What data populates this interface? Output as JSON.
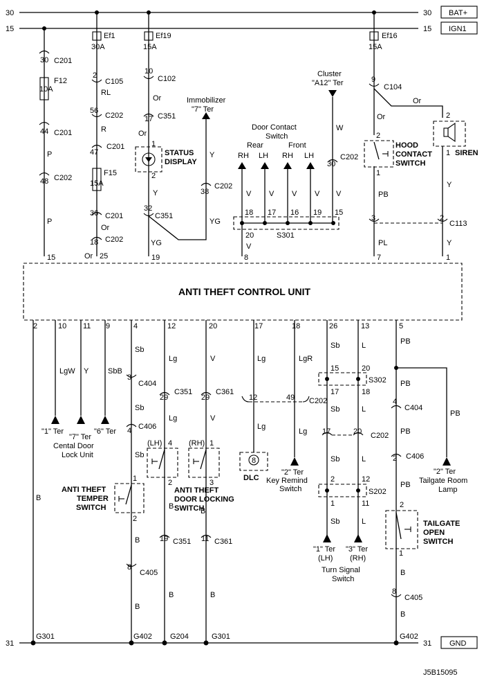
{
  "power": {
    "row30": "30",
    "row30_right": "30",
    "bat": "BAT+",
    "row15": "15",
    "row15_right": "15",
    "ign": "IGN1",
    "row31": "31",
    "row31_right": "31",
    "gnd": "GND"
  },
  "fuses": {
    "ef1": "Ef1",
    "ef1_a": "30A",
    "ef19": "Ef19",
    "ef19_a": "15A",
    "ef16": "Ef16",
    "ef16_a": "15A",
    "f12": "F12",
    "f12_a": "10A",
    "f15": "F15",
    "f15_a": "15A"
  },
  "unit": {
    "title": "ANTI THEFT CONTROL UNIT"
  },
  "top_pins": {
    "p15": "15",
    "p25": "25",
    "p19": "19",
    "p8": "8",
    "p7": "7",
    "p1": "1"
  },
  "bottom_pins": {
    "p2": "2",
    "p10": "10",
    "p11": "11",
    "p9": "9",
    "p4": "4",
    "p12": "12",
    "p20": "20",
    "p17": "17",
    "p18": "18",
    "p26": "26",
    "p13": "13",
    "p5": "5"
  },
  "connectors": {
    "c201": "C201",
    "c202": "C202",
    "c105": "C105",
    "c102": "C102",
    "c351": "C351",
    "c104": "C104",
    "c113": "C113",
    "s301": "S301",
    "c404": "C404",
    "c406": "C406",
    "c405": "C405",
    "c361": "C361",
    "s302": "S302",
    "s202": "S202"
  },
  "wires": {
    "p": "P",
    "rl": "RL",
    "r": "R",
    "or": "Or",
    "y": "Y",
    "yg": "YG",
    "v": "V",
    "w": "W",
    "pb": "PB",
    "pl": "PL",
    "b": "B",
    "lgw": "LgW",
    "sbb": "SbB",
    "sb": "Sb",
    "lg": "Lg",
    "lgr": "LgR",
    "l": "L"
  },
  "labels": {
    "immobilizer": "Immobilizer",
    "immobilizer_ter": "\"7\" Ter",
    "cluster": "Cluster",
    "cluster_ter": "\"A12\" Ter",
    "door_contact": "Door Contact",
    "door_switch": "Switch",
    "rear": "Rear",
    "front": "Front",
    "rh": "RH",
    "lh": "LH",
    "status_display_1": "STATUS",
    "status_display_2": "DISPLAY",
    "hood_1": "HOOD",
    "hood_2": "CONTACT",
    "hood_3": "SWITCH",
    "siren": "SIREN",
    "ter1": "\"1\" Ter",
    "ter7": "\"7\" Ter",
    "ter6": "\"6\" Ter",
    "central_door": "Cental Door",
    "lock_unit": "Lock Unit",
    "lh_paren": "(LH)",
    "rh_paren": "(RH)",
    "dlc": "DLC",
    "key_ter": "\"2\" Ter",
    "key_remind": "Key Remind",
    "key_switch": "Switch",
    "tailgate_ter": "\"2\" Ter",
    "tailgate_room": "Tailgate Room",
    "lamp": "Lamp",
    "tamper_1": "ANTI THEFT",
    "tamper_2": "TEMPER",
    "tamper_3": "SWITCH",
    "door_lock_1": "ANTI THEFT",
    "door_lock_2": "DOOR LOCKING",
    "door_lock_3": "SWITCH",
    "tailgate_1": "TAILGATE",
    "tailgate_2": "OPEN",
    "tailgate_3": "SWITCH",
    "turn_ter1": "\"1\" Ter",
    "turn_ter3": "\"3\" Ter",
    "turn_lh": "(LH)",
    "turn_rh": "(RH)",
    "turn_signal": "Turn Signal",
    "turn_switch": "Switch",
    "g301": "G301",
    "g402": "G402",
    "g204": "G204",
    "code": "J5B15095"
  },
  "pin_nums": {
    "n30": "30",
    "n44": "44",
    "n48": "48",
    "n2": "2",
    "n56": "56",
    "n47": "47",
    "n36": "36",
    "n18": "18",
    "n10": "10",
    "n17": "17",
    "n1": "1",
    "n32": "32",
    "n38": "38",
    "n9": "9",
    "n3": "3",
    "n16": "16",
    "n19": "19",
    "n15": "15",
    "n20": "20",
    "n4": "4",
    "n29": "29",
    "n8": "8",
    "n11": "11",
    "n12": "12",
    "n49": "49",
    "n26": "26",
    "n13": "13",
    "n5": "5"
  }
}
